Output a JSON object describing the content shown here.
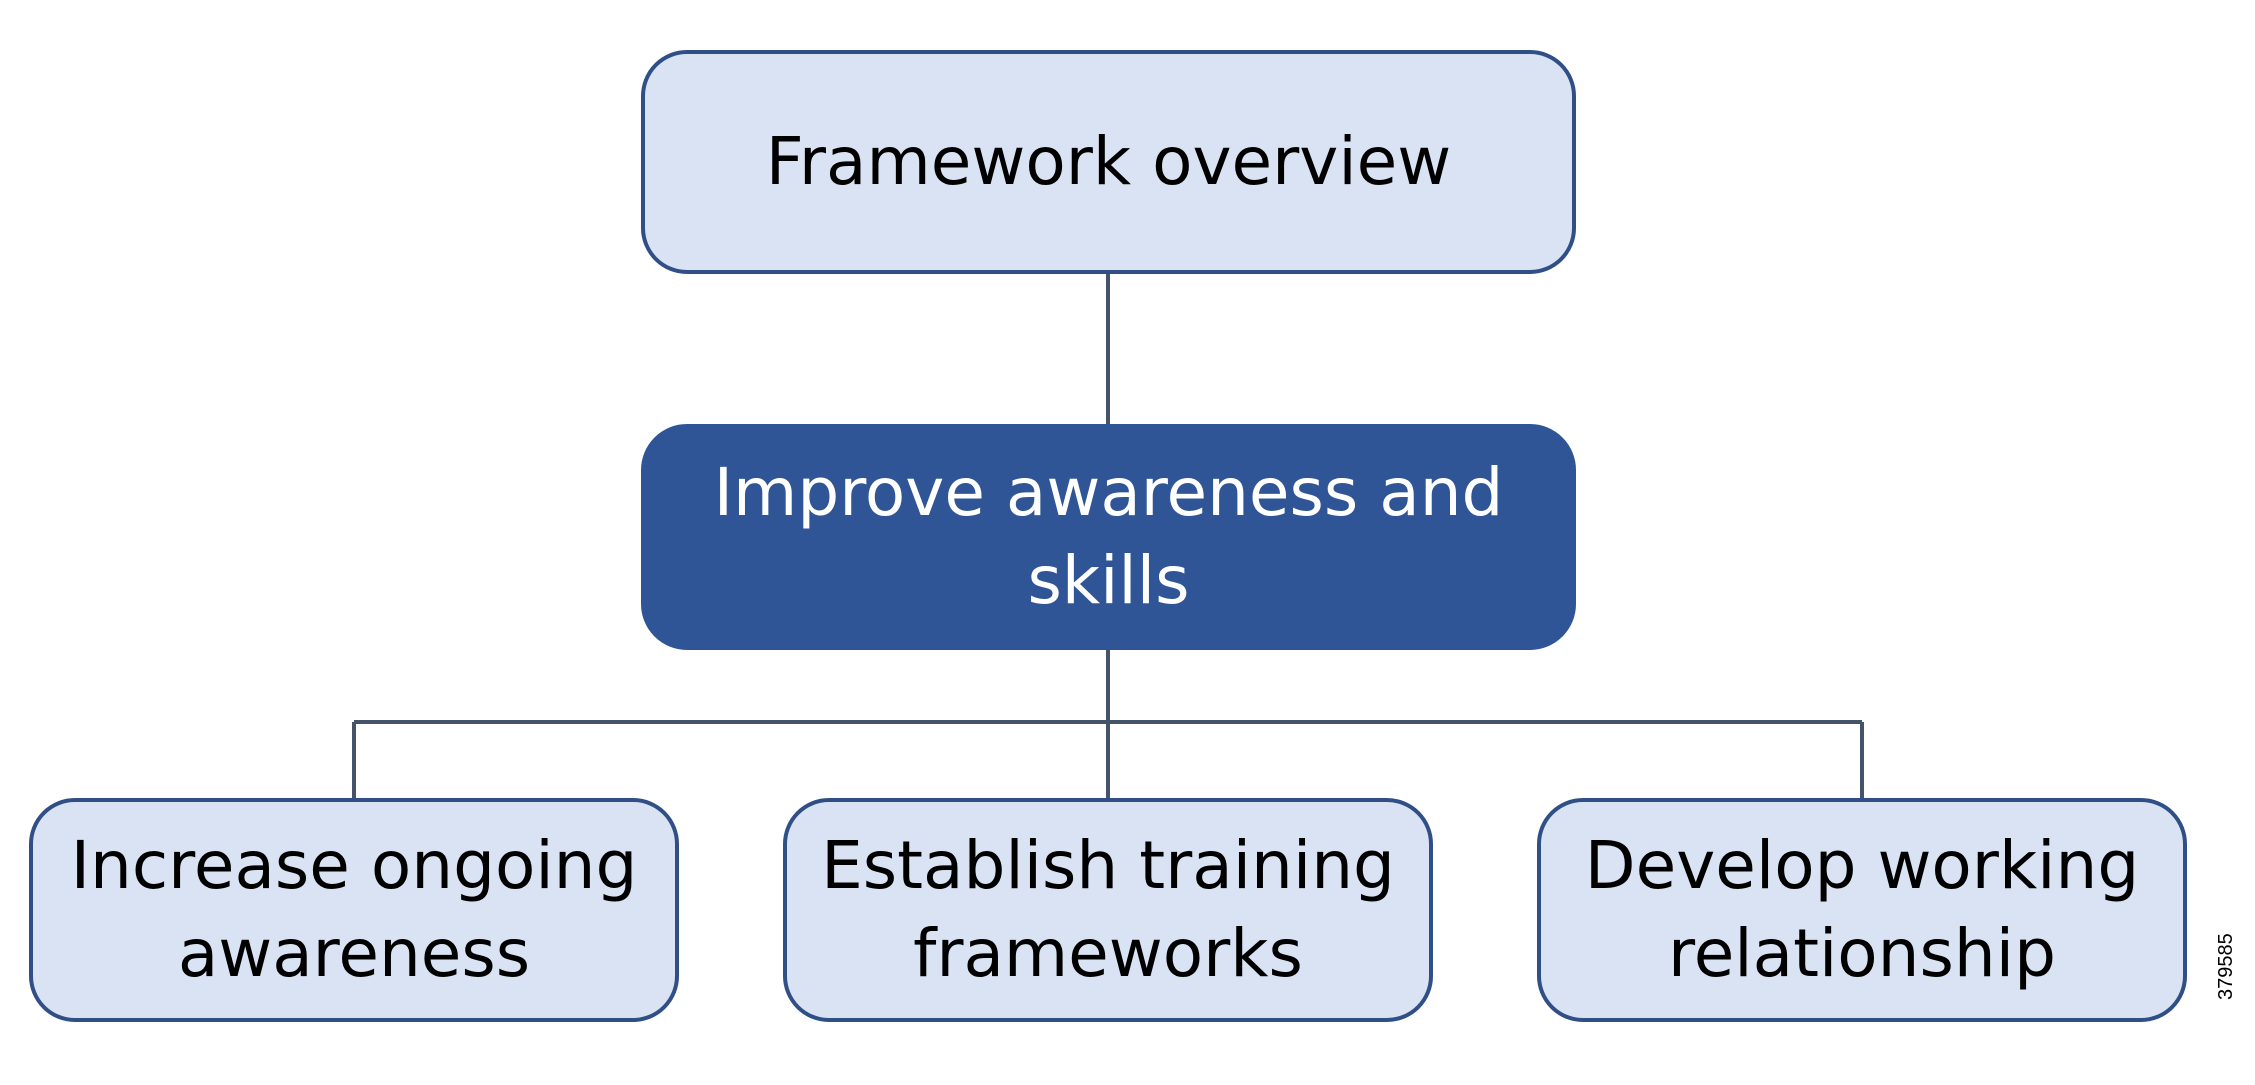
{
  "diagram": {
    "root": {
      "label": "Framework overview"
    },
    "middle": {
      "label": "Improve awareness and\nskills"
    },
    "children": [
      {
        "label": "Increase ongoing\nawareness"
      },
      {
        "label": "Establish training\nframeworks"
      },
      {
        "label": "Develop working\nrelationship"
      }
    ]
  },
  "figure_id": "379585",
  "colors": {
    "light_box_fill": "#dae3f3",
    "box_border": "#2f4f86",
    "dark_box_fill": "#2f5597",
    "connector": "#44546a"
  }
}
